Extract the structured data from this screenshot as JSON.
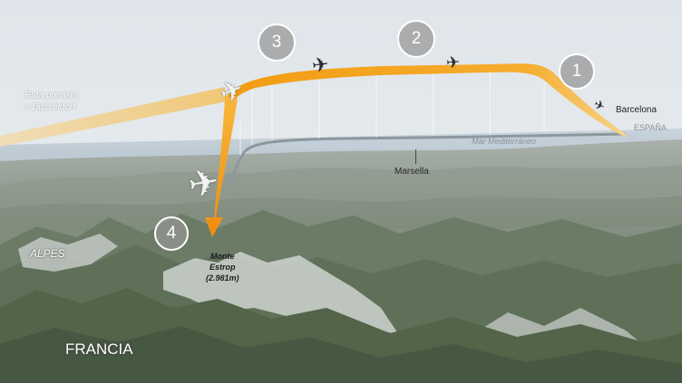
{
  "labels": {
    "planned_route": "Ruta prevista\na Dusseldorf",
    "barcelona": "Barcelona",
    "spain": "ESPAÑA",
    "mediterranean": "Mar Mediterráneo",
    "marseille": "Marsella",
    "alps": "ALPES",
    "france": "FRANCIA",
    "mountain": "Monte\nEstrop\n(2.981m)"
  },
  "steps": [
    "1",
    "2",
    "3",
    "4"
  ],
  "colors": {
    "route": "#f5a21a",
    "planned_route": "#f3d9a4",
    "ground_track": "#8d979e",
    "step_fill": "#969696",
    "step_border": "#ffffff"
  },
  "icons": [
    "airplane-icon"
  ]
}
